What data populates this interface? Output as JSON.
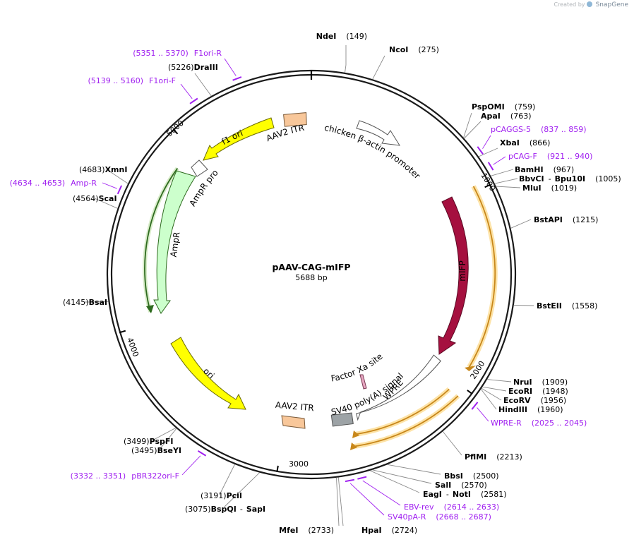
{
  "credit": {
    "created_by": "Created by",
    "brand": "SnapGene"
  },
  "plasmid": {
    "name": "pAAV-CAG-mIFP",
    "length": "5688 bp"
  },
  "ruler": [
    {
      "label": "1000",
      "pos": 1000
    },
    {
      "label": "2000",
      "pos": 2000
    },
    {
      "label": "3000",
      "pos": 3000
    },
    {
      "label": "4000",
      "pos": 4000
    },
    {
      "label": "5000",
      "pos": 5000
    }
  ],
  "sites": [
    {
      "name": "NdeI",
      "pos_text": "(149)"
    },
    {
      "name": "NcoI",
      "pos_text": "(275)"
    },
    {
      "name": "PspOMI",
      "pos_text": "(759)"
    },
    {
      "name": "ApaI",
      "pos_text": "(763)"
    },
    {
      "name": "XbaI",
      "pos_text": "(866)"
    },
    {
      "name": "BamHI",
      "pos_text": "(967)"
    },
    {
      "name": "BbvCI",
      "name2": "Bpu10I",
      "sep": "-",
      "pos_text": "(1005)"
    },
    {
      "name": "MluI",
      "pos_text": "(1019)"
    },
    {
      "name": "BstAPI",
      "pos_text": "(1215)"
    },
    {
      "name": "BstEII",
      "pos_text": "(1558)"
    },
    {
      "name": "NruI",
      "pos_text": "(1909)"
    },
    {
      "name": "EcoRI",
      "pos_text": "(1948)"
    },
    {
      "name": "EcoRV",
      "pos_text": "(1956)"
    },
    {
      "name": "HindIII",
      "pos_text": "(1960)"
    },
    {
      "name": "PflMI",
      "pos_text": "(2213)"
    },
    {
      "name": "BbsI",
      "pos_text": "(2500)"
    },
    {
      "name": "SalI",
      "pos_text": "(2570)"
    },
    {
      "name": "EagI",
      "name2": "NotI",
      "sep": "-",
      "pos_text": "(2581)"
    },
    {
      "name": "HpaI",
      "pos_text": "(2724)"
    },
    {
      "name": "MfeI",
      "pos_text": "(2733)"
    },
    {
      "name": "BspQI",
      "name2": "SapI",
      "sep": "-",
      "pos_text": "(3075)"
    },
    {
      "name": "PciI",
      "pos_text": "(3191)"
    },
    {
      "name": "BseYI",
      "pos_text": "(3495)"
    },
    {
      "name": "PspFI",
      "pos_text": "(3499)"
    },
    {
      "name": "BsaI",
      "pos_text": "(4145)"
    },
    {
      "name": "ScaI",
      "pos_text": "(4564)"
    },
    {
      "name": "XmnI",
      "pos_text": "(4683)"
    },
    {
      "name": "DraIII",
      "pos_text": "(5226)"
    }
  ],
  "primers": [
    {
      "name": "pCAGGS-5",
      "range": "(837 .. 859)"
    },
    {
      "name": "pCAG-F",
      "range": "(921 .. 940)"
    },
    {
      "name": "WPRE-R",
      "range": "(2025 .. 2045)"
    },
    {
      "name": "EBV-rev",
      "range": "(2614 .. 2633)"
    },
    {
      "name": "SV40pA-R",
      "range": "(2668 .. 2687)"
    },
    {
      "name": "pBR322ori-F",
      "range": "(3332 .. 3351)"
    },
    {
      "name": "Amp-R",
      "range": "(4634 .. 4653)"
    },
    {
      "name": "F1ori-F",
      "range": "(5139 .. 5160)"
    },
    {
      "name": "F1ori-R",
      "range": "(5351 .. 5370)"
    }
  ],
  "features": [
    {
      "label": "AAV2 ITR",
      "color": "#f8c79a"
    },
    {
      "label": "chicken β-actin promoter",
      "color": "#ffffff"
    },
    {
      "label": "mIFP",
      "color": "#a5103f"
    },
    {
      "label": "Factor Xa site",
      "color": "#e6a6c0"
    },
    {
      "label": "WPRE",
      "color": "#ffffff"
    },
    {
      "label": "SV40 poly(A) signal",
      "color": "#9da3a6"
    },
    {
      "label": "AAV2 ITR",
      "color": "#f8c79a"
    },
    {
      "label": "ori",
      "color": "#ffff00"
    },
    {
      "label": "AmpR",
      "color": "#ccffcc"
    },
    {
      "label": "AmpR promoter",
      "color": "#ffffff"
    },
    {
      "label": "f1 ori",
      "color": "#ffff00"
    }
  ],
  "colors": {
    "backbone": "#1a1a1a",
    "primer": "#a020f0",
    "orf_arrow": "#c8871a",
    "orf_glow": "#fde3a7",
    "ampr_orf": "#2e6b1f"
  }
}
